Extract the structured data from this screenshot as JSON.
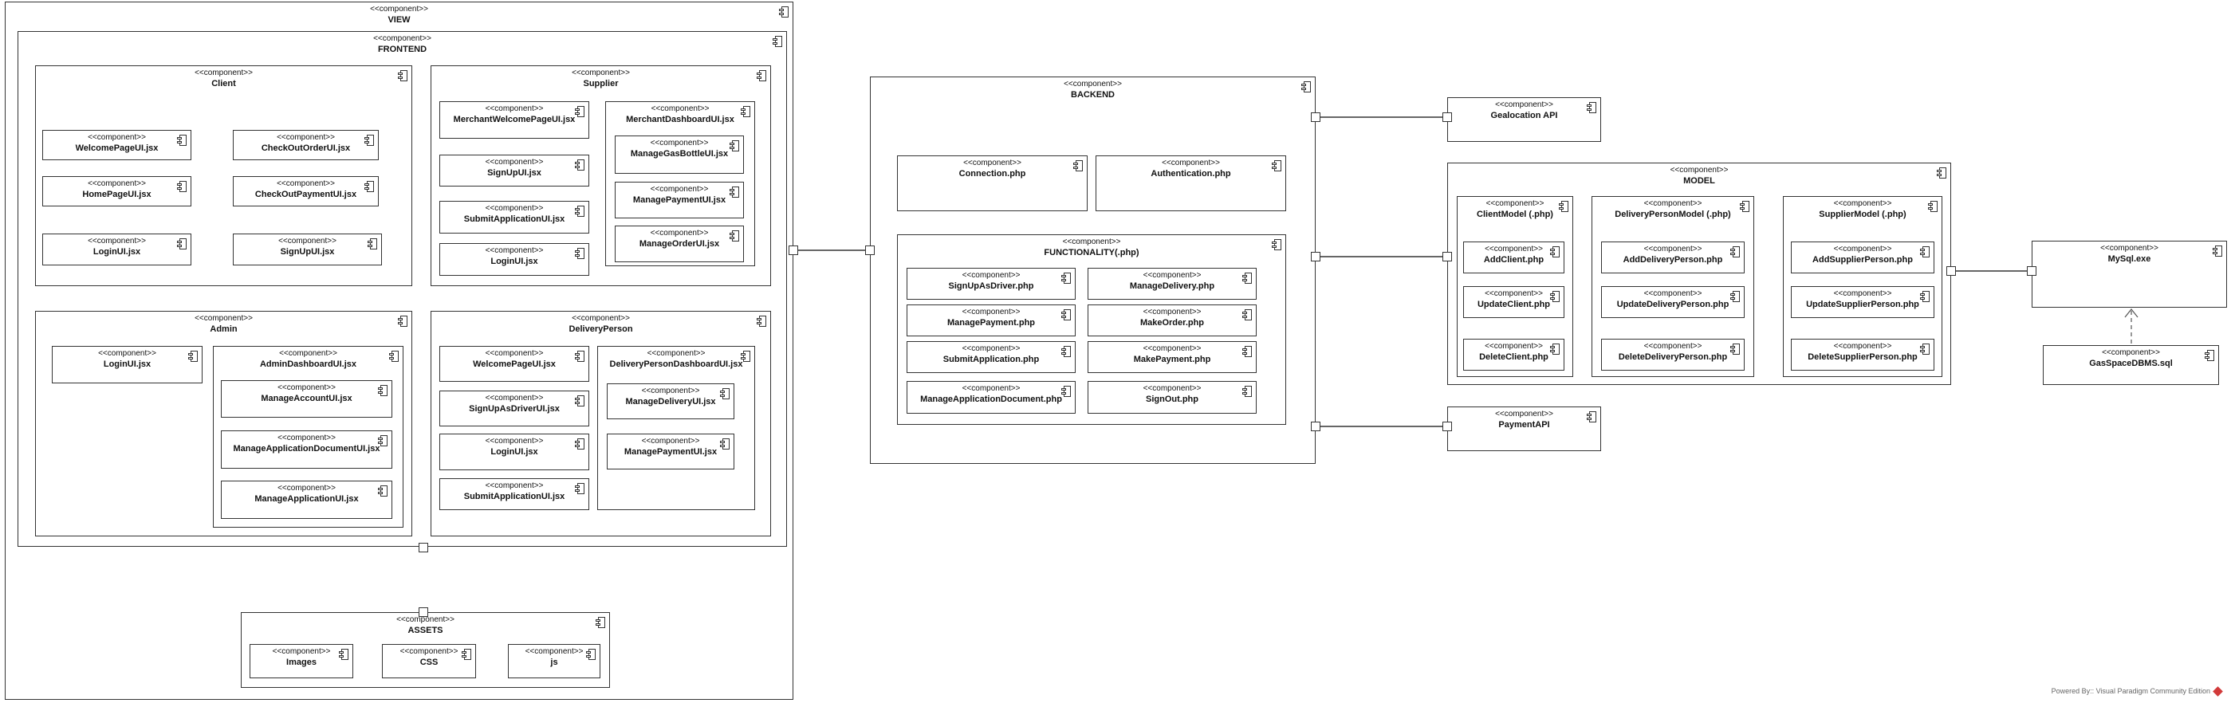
{
  "stereotype": "<<component>>",
  "watermark": "Powered By:: Visual Paradigm Community Edition",
  "components": {
    "view": "VIEW",
    "frontend": "FRONTEND",
    "client": "Client",
    "welcome_page_ui": "WelcomePageUI.jsx",
    "checkout_order_ui": "CheckOutOrderUI.jsx",
    "home_page_ui": "HomePageUI.jsx",
    "checkout_payment_ui": "CheckOutPaymentUI.jsx",
    "client_login_ui": "LoginUI.jsx",
    "client_signup_ui": "SignUpUI.jsx",
    "supplier": "Supplier",
    "merchant_welcome_ui": "MerchantWelcomePageUI.jsx",
    "supplier_signup_ui": "SignUpUI.jsx",
    "supplier_submit_app_ui": "SubmitApplicationUI.jsx",
    "supplier_login_ui": "LoginUI.jsx",
    "merchant_dashboard_ui": "MerchantDashboardUI.jsx",
    "manage_gas_bottle_ui": "ManageGasBottleUI.jsx",
    "supplier_manage_payment_ui": "ManagePaymentUI.jsx",
    "manage_order_ui": "ManageOrderUI.jsx",
    "admin": "Admin",
    "admin_login_ui": "LoginUI.jsx",
    "admin_dashboard_ui": "AdminDashboardUI.jsx",
    "manage_account_ui": "ManageAccountUI.jsx",
    "manage_app_document_ui": "ManageApplicationDocumentUI.jsx",
    "manage_application_ui": "ManageApplicationUI.jsx",
    "delivery_person": "DeliveryPerson",
    "dp_welcome_ui": "WelcomePageUI.jsx",
    "dp_signup_driver_ui": "SignUpAsDriverUI.jsx",
    "dp_login_ui": "LoginUI.jsx",
    "dp_submit_app_ui": "SubmitApplicationUI.jsx",
    "dp_dashboard_ui": "DeliveryPersonDashboardUI.jsx",
    "dp_manage_delivery_ui": "ManageDeliveryUI.jsx",
    "dp_manage_payment_ui": "ManagePaymentUI.jsx",
    "assets": "ASSETS",
    "images": "Images",
    "css": "CSS",
    "js": "js",
    "backend": "BACKEND",
    "connection": "Connection.php",
    "authentication": "Authentication.php",
    "functionality": "FUNCTIONALITY(.php)",
    "signup_as_driver": "SignUpAsDriver.php",
    "manage_delivery": "ManageDelivery.php",
    "manage_payment": "ManagePayment.php",
    "make_order": "MakeOrder.php",
    "submit_application": "SubmitApplication.php",
    "make_payment": "MakePayment.php",
    "manage_app_document": "ManageApplicationDocument.php",
    "sign_out": "SignOut.php",
    "geolocation_api": "Gealocation API",
    "model": "MODEL",
    "client_model": "ClientModel (.php)",
    "add_client": "AddClient.php",
    "update_client": "UpdateClient.php",
    "delete_client": "DeleteClient.php",
    "delivery_person_model": "DeliveryPersonModel (.php)",
    "add_delivery_person": "AddDeliveryPerson.php",
    "update_delivery_person": "UpdateDeliveryPerson.php",
    "delete_delivery_person": "DeleteDeliveryPerson.php",
    "supplier_model": "SupplierModel (.php)",
    "add_supplier_person": "AddSupplierPerson.php",
    "update_supplier_person": "UpdateSupplierPerson.php",
    "delete_supplier_person": "DeleteSupplierPerson.php",
    "payment_api": "PaymentAPI",
    "mysql": "MySql.exe",
    "gasspace_dbms": "GasSpaceDBMS.sql"
  }
}
